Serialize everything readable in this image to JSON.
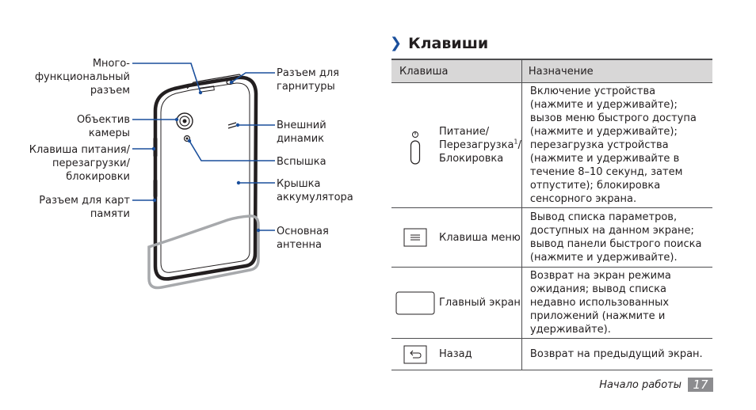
{
  "diagram": {
    "labels": {
      "multi_connector": "Много-\nфункциональный\nразъем",
      "headset_jack": "Разъем для\nгарнитуры",
      "camera_lens": "Объектив\nкамеры",
      "speaker": "Внешний\nдинамик",
      "power_key": "Клавиша питания/\nперезагрузки/\nблокировки",
      "flash": "Вспышка",
      "battery_cover": "Крышка\nаккумулятора",
      "card_slot": "Разъем для карт\nпамяти",
      "antenna": "Основная\nантенна"
    }
  },
  "section": {
    "title": "Клавиши"
  },
  "table": {
    "headers": {
      "key": "Клавиша",
      "purpose": "Назначение"
    },
    "rows": [
      {
        "icon": "power-key-icon",
        "name_prefix": "Питание/\nПерезагрузка",
        "name_sup": "1",
        "name_suffix": "/\nБлокировка",
        "purpose": "Включение устройства (нажмите и удерживайте); вызов меню быстрого доступа (нажмите и удерживайте); перезагрузка устройства (нажмите и удерживайте в течение 8–10 секунд, затем отпустите); блокировка сенсорного экрана."
      },
      {
        "icon": "menu-key-icon",
        "name": "Клавиша меню",
        "purpose": "Вывод списка параметров, доступных на данном экране; вывод панели быстрого поиска (нажмите и удерживайте)."
      },
      {
        "icon": "home-key-icon",
        "name": "Главный экран",
        "purpose": "Возврат на экран режима ожидания; вывод списка недавно использованных приложений (нажмите и удерживайте)."
      },
      {
        "icon": "back-key-icon",
        "name": "Назад",
        "purpose": "Возврат на предыдущий экран."
      }
    ]
  },
  "footer": {
    "section_name": "Начало работы",
    "page_number": "17"
  },
  "colors": {
    "accent": "#1a4f9c",
    "header_bg": "#d8d7d7",
    "page_badge": "#8c8c8f"
  }
}
